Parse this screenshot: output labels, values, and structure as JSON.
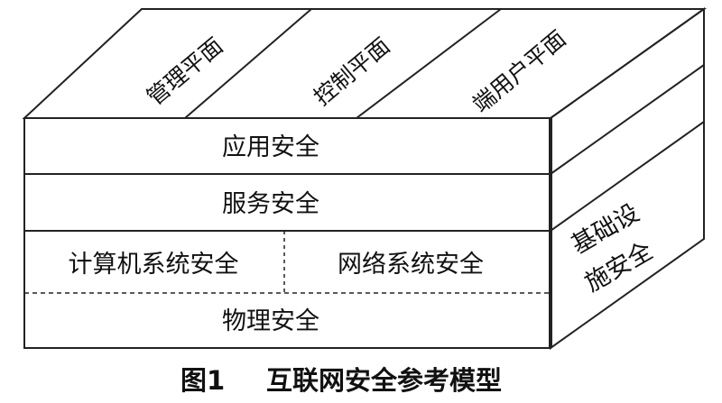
{
  "top_planes": [
    "管理平面",
    "控制平面",
    "端用户平面"
  ],
  "layers": {
    "application": "应用安全",
    "service": "服务安全",
    "computer": "计算机系统安全",
    "network": "网络系统安全",
    "physical": "物理安全"
  },
  "side_label": "基础设施安全",
  "side_label_lines": [
    "基础设",
    "施安全"
  ],
  "caption": {
    "figure": "图1",
    "title": "互联网安全参考模型"
  }
}
